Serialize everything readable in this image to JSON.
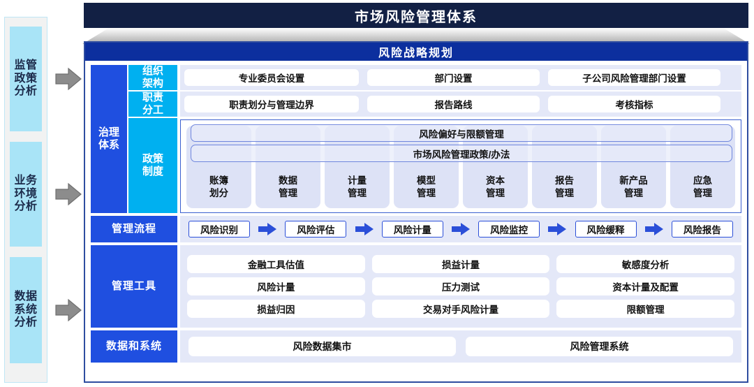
{
  "header": {
    "title": "市场风险管理体系",
    "strategy_bar": "风险战略规划",
    "title_bg": "#122044",
    "strategy_bg": "#0c2f9e"
  },
  "drivers": {
    "items": [
      {
        "label": "监管\n政策\n分析",
        "arrow_icon": "right-arrow-icon"
      },
      {
        "label": "业务\n环境\n分析",
        "arrow_icon": "right-arrow-icon"
      },
      {
        "label": "数据\n系统\n分析",
        "arrow_icon": "right-arrow-icon"
      }
    ],
    "box_color": "#a9e4f7",
    "arrow_color": "#8c8c8c"
  },
  "governance": {
    "main_label": "治理\n体系",
    "sub_labels": [
      "组织\n架构",
      "职责\n分工",
      "政策\n制度"
    ],
    "org_row": [
      "专业委员会设置",
      "部门设置",
      "子公司风险管理部门设置"
    ],
    "duty_row": [
      "职责划分与管理边界",
      "报告路线",
      "考核指标"
    ],
    "policy_overlays": [
      "风险偏好与限额管理",
      "市场风险管理政策/办法"
    ],
    "policy_columns": [
      "账簿\n划分",
      "数据\n管理",
      "计量\n管理",
      "模型\n管理",
      "资本\n管理",
      "报告\n管理",
      "新产品\n管理",
      "应急\n管理"
    ],
    "main_color": "#1f4fe0",
    "sub_color": "#00b0f0"
  },
  "process": {
    "label": "管理流程",
    "steps": [
      "风险识别",
      "风险评估",
      "风险计量",
      "风险监控",
      "风险缓释",
      "风险报告"
    ],
    "arrow_icon": "right-arrow-icon",
    "arrow_color": "#2b4fd8"
  },
  "tools": {
    "label": "管理工具",
    "rows": [
      [
        "金融工具估值",
        "损益计量",
        "敏感度分析"
      ],
      [
        "风险计量",
        "压力测试",
        "资本计量及配置"
      ],
      [
        "损益归因",
        "交易对手风险计量",
        "限额管理"
      ]
    ]
  },
  "data_systems": {
    "label": "数据和系统",
    "items": [
      "风险数据集市",
      "风险管理系统"
    ]
  }
}
